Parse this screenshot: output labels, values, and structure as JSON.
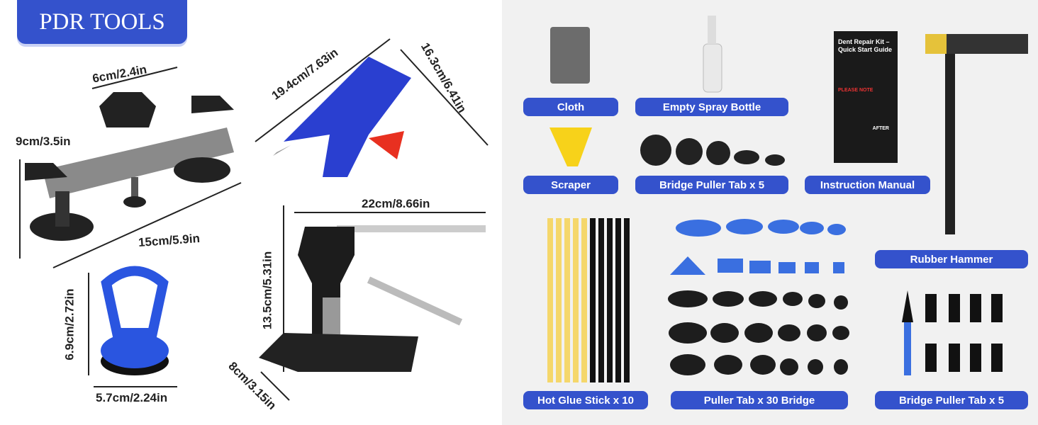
{
  "title": "PDR TOOLS",
  "dimensions": {
    "bridge_width": "6cm/2.4in",
    "bridge_height": "9cm/3.5in",
    "bridge_length": "15cm/5.9in",
    "gun_length": "19.4cm/7.63in",
    "gun_height": "16.3cm/6.41in",
    "lifter_length": "22cm/8.66in",
    "lifter_height": "13.5cm/5.31in",
    "lifter_depth": "8cm/3.15in",
    "suction_height": "6.9cm/2.72in",
    "suction_width": "5.7cm/2.24in"
  },
  "manual": {
    "heading": "Dent Repair Kit – Quick Start Guide",
    "note": "PLEASE NOTE",
    "after": "AFTER"
  },
  "labels": {
    "cloth": "Cloth",
    "spray": "Empty Spray Bottle",
    "scraper": "Scraper",
    "bridge_tabs": "Bridge Puller Tab x 5",
    "manual": "Instruction Manual",
    "hammer": "Rubber Hammer",
    "glue": "Hot Glue Stick x 10",
    "puller_tabs": "Puller Tab x 30 Bridge",
    "bridge_tabs2": "Bridge Puller Tab x 5"
  },
  "colors": {
    "accent": "#3452cc",
    "background_right": "#f1f1f1"
  }
}
